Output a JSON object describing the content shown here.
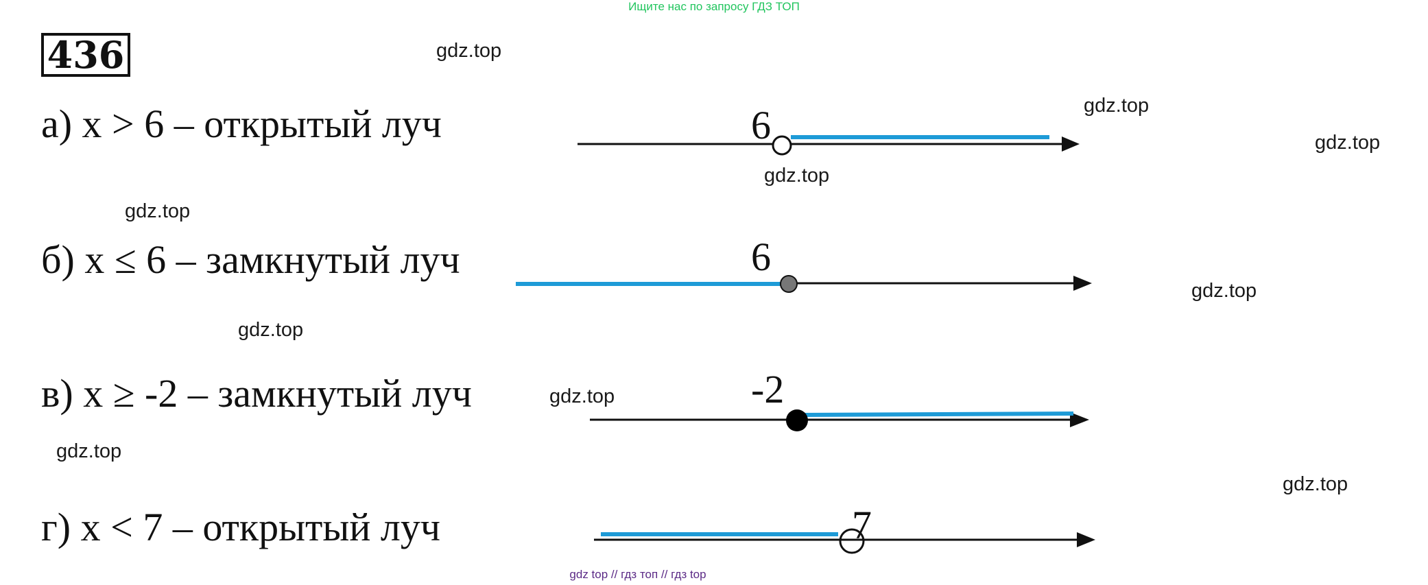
{
  "banner": "Ищите нас по запросу ГДЗ ТОП",
  "problem_number": "436",
  "items": [
    {
      "label": "а) x > 6 – открытый луч",
      "point": "6"
    },
    {
      "label": "б) x ≤ 6 – замкнутый луч",
      "point": "6"
    },
    {
      "label": "в) x ≥ -2 – замкнутый луч",
      "point": "-2"
    },
    {
      "label": "г) x < 7 – открытый луч",
      "point": "7"
    }
  ],
  "watermarks": [
    "gdz.top",
    "gdz.top",
    "gdz.top",
    "gdz.top",
    "gdz.top",
    "gdz.top",
    "gdz.top",
    "gdz.top",
    "gdz.top",
    "gdz.top"
  ],
  "footer": "gdz top  //  гдз топ  //  гдз top",
  "colors": {
    "shade": "#1e9bd7",
    "axis": "#111111",
    "banner": "#22c55e",
    "footer": "#5b2a86"
  }
}
